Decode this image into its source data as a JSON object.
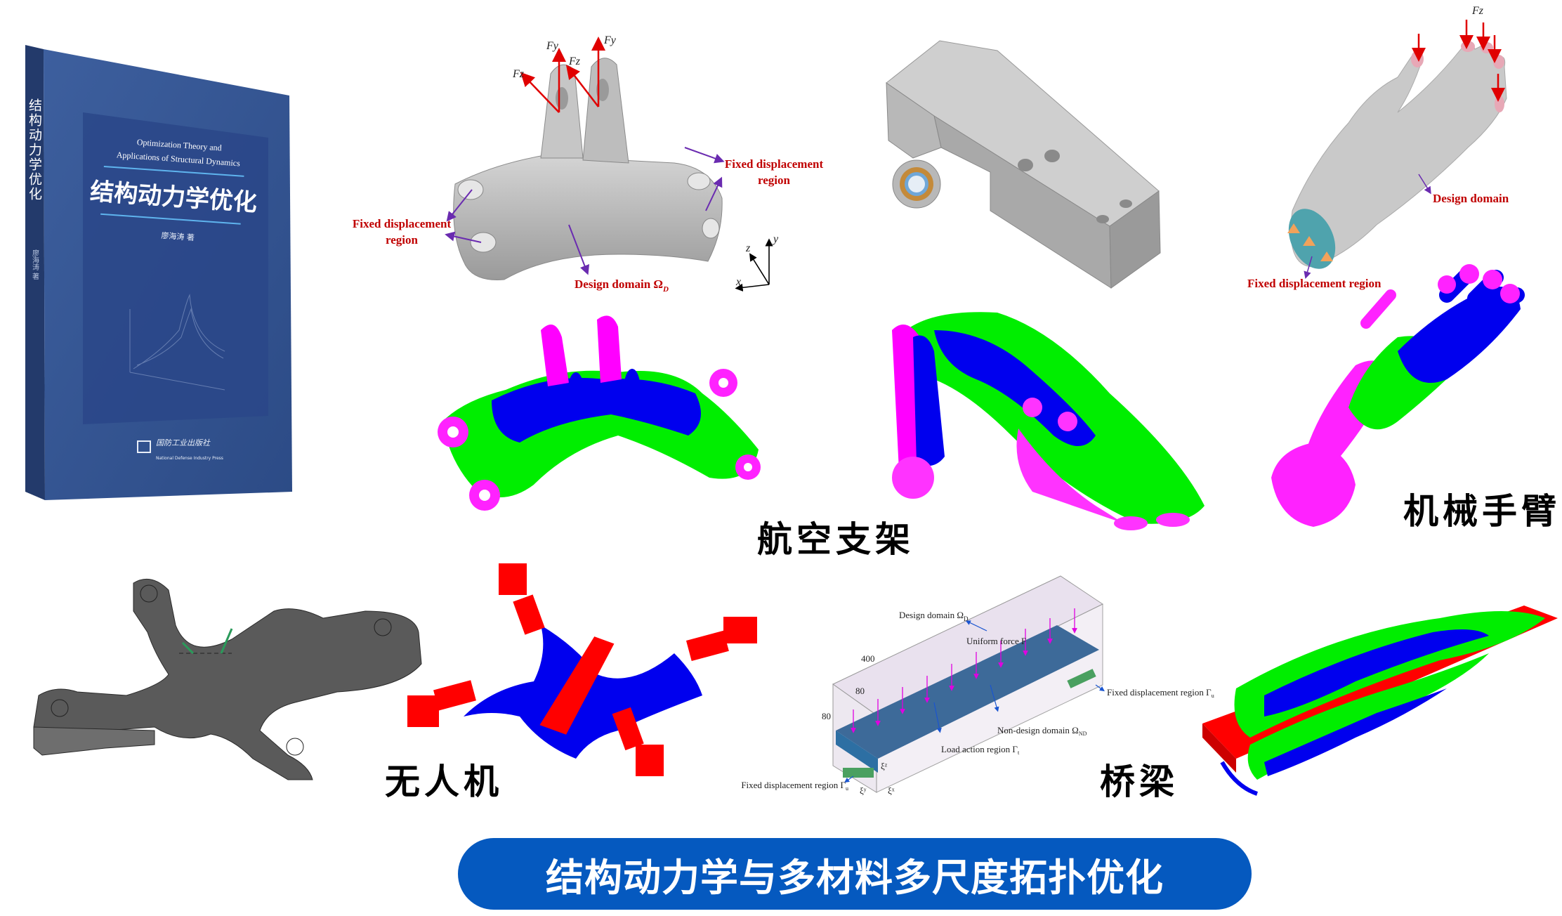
{
  "book": {
    "spine_title": "结构动力学优化",
    "spine_author": "廖海涛 著",
    "english_title_line1": "Optimization Theory and",
    "english_title_line2": "Applications of Structural Dynamics",
    "chinese_title": "结构动力学优化",
    "author": "廖海涛 著",
    "publisher_cn": "国防工业出版社",
    "publisher_en": "National Defense Industry Press"
  },
  "bracket": {
    "force_fy_1": "Fy",
    "force_fy_2": "Fy",
    "force_fz_1": "Fz",
    "force_fz_2": "Fz",
    "fixed_right_line1": "Fixed displacement",
    "fixed_right_line2": "region",
    "fixed_left_line1": "Fixed displacement",
    "fixed_left_line2": "region",
    "design_domain": "Design domain Ω",
    "design_domain_sub": "D",
    "axis_x": "x",
    "axis_y": "y",
    "axis_z": "z"
  },
  "hand": {
    "force": "Fz",
    "design_domain": "Design domain",
    "fixed_region": "Fixed displacement region"
  },
  "bridge": {
    "design_domain": "Design domain Ω",
    "design_domain_sub": "D",
    "uniform_force": "Uniform force F",
    "dim_length": "400",
    "dim_width": "80",
    "dim_height": "80",
    "fixed_right": "Fixed displacement region Γ",
    "fixed_right_sub": "u",
    "non_design": "Non-design domain Ω",
    "non_design_sub": "ND",
    "load_region": "Load action region Γ",
    "load_region_sub": "t",
    "fixed_left": "Fixed displacement region Γ",
    "fixed_left_sub": "u",
    "xi_z": "ξᶻ",
    "xi_y": "ξʸ",
    "xi_x": "ξˣ"
  },
  "captions": {
    "aerospace_bracket": "航空支架",
    "robot_arm": "机械手臂",
    "drone": "无人机",
    "bridge": "桥梁"
  },
  "banner": {
    "title": "结构动力学与多材料多尺度拓扑优化"
  },
  "colors": {
    "banner": "#0559bf",
    "material_magenta": "#ff00ff",
    "material_blue": "#0000ff",
    "material_green": "#00ff00",
    "material_red": "#ff0000",
    "label_red": "#c00000"
  }
}
